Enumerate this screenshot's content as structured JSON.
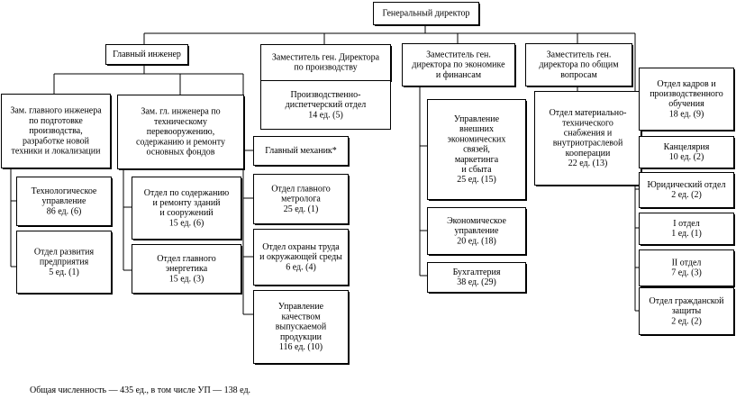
{
  "nodes": {
    "gd": {
      "lines": [
        "Генеральный директор"
      ]
    },
    "gi": {
      "lines": [
        "Главный инженер"
      ]
    },
    "zgp": {
      "lines": [
        "Заместитель ген. Директора",
        "по  производству"
      ]
    },
    "zgef": {
      "lines": [
        "Заместитель ген.",
        "директора по экономике",
        "и финансам"
      ]
    },
    "zgov": {
      "lines": [
        "Заместитель ген.",
        "директора по общим",
        "вопросам"
      ]
    },
    "zgi1": {
      "lines": [
        "Зам. главного инженера",
        "по подготовке",
        "производства,",
        "разработке новой",
        "техники и локализации"
      ]
    },
    "zgi2": {
      "lines": [
        "Зам. гл. инженера по",
        "техническому",
        "перевооружению,",
        "содержанию и ремонту",
        "основных фондов"
      ]
    },
    "tu": {
      "lines": [
        "Технологическое",
        "управление",
        "86 ед. (6)"
      ]
    },
    "orp": {
      "lines": [
        "Отдел развития",
        "предприятия",
        "5 ед. (1)"
      ]
    },
    "osr": {
      "lines": [
        "Отдел по содержанию",
        "и ремонту зданий",
        "и сооружений",
        "15 ед. (6)"
      ]
    },
    "oge": {
      "lines": [
        "Отдел главного",
        "энергетика",
        "15 ед. (3)"
      ]
    },
    "gm": {
      "lines": [
        "Главный  механик*"
      ]
    },
    "ogm": {
      "lines": [
        "Отдел главного",
        "метролога",
        "25 ед. (1)"
      ]
    },
    "ootos": {
      "lines": [
        "Отдел охраны труда",
        "и окружающей среды",
        "6 ед. (4)"
      ]
    },
    "ukvp": {
      "lines": [
        "Управление",
        "качеством",
        "выпускаемой",
        "продукции",
        "116 ед. (10)"
      ]
    },
    "pdo": {
      "lines": [
        "Производственно-",
        "диспетчерский  отдел",
        "14 ед. (5)"
      ]
    },
    "uves": {
      "lines": [
        "Управление",
        "внешних",
        "экономических",
        "связей,",
        "маркетинга",
        "и сбыта",
        "25 ед. (15)"
      ]
    },
    "eu": {
      "lines": [
        "Экономическое",
        "управление",
        "20 ед. (18)"
      ]
    },
    "buh": {
      "lines": [
        "Бухгалтерия",
        "38 ед. (29)"
      ]
    },
    "omts": {
      "lines": [
        "Отдел материально-",
        "технического",
        "снабжения  и",
        "внутриотраслевой",
        "кооперации",
        "22 ед. (13)"
      ]
    },
    "okpo": {
      "lines": [
        "Отдел кадров и",
        "производственного",
        "обучения",
        "18 ед. (9)"
      ]
    },
    "kanc": {
      "lines": [
        "Канцелярия",
        "10 ед. (2)"
      ]
    },
    "yuro": {
      "lines": [
        "Юридический отдел",
        "2 ед. (2)"
      ]
    },
    "o1": {
      "lines": [
        "I отдел",
        "1 ед. (1)"
      ]
    },
    "o2": {
      "lines": [
        "II отдел",
        "7 ед. (3)"
      ]
    },
    "ogz": {
      "lines": [
        "Отдел гражданской",
        "защиты",
        "2 ед. (2)"
      ]
    }
  },
  "footer": "Общая численность  —  435 ед., в том числе УП  — 138 ед."
}
